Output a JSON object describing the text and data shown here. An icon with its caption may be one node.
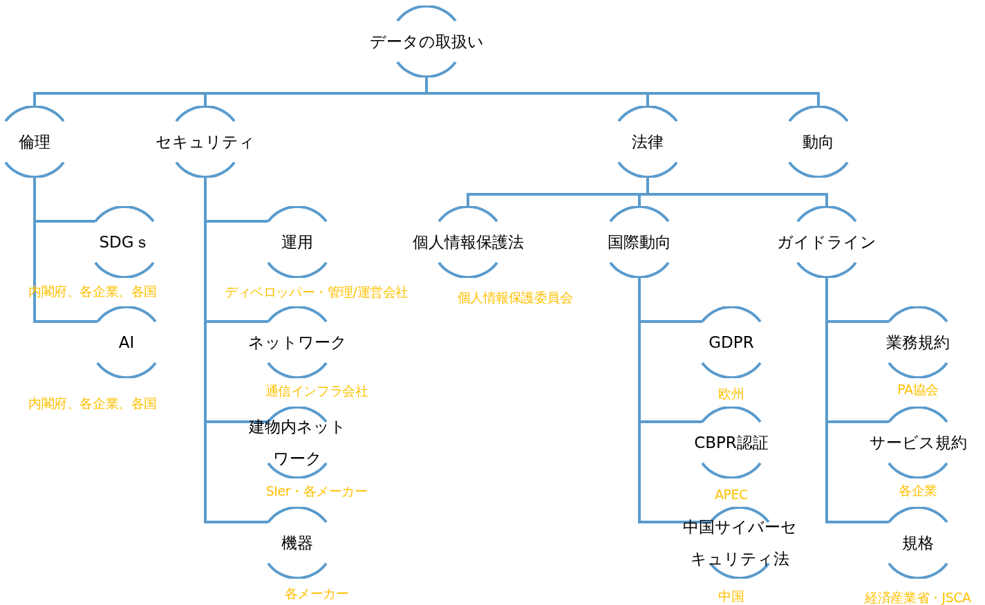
{
  "diagram": {
    "nodes": [
      {
        "text": [
          "データの取扱い"
        ]
      },
      {
        "text": [
          "倫理"
        ]
      },
      {
        "text": [
          "セキュリティ"
        ]
      },
      {
        "text": [
          "法律"
        ]
      },
      {
        "text": [
          "動向"
        ]
      },
      {
        "text": [
          "SDGｓ"
        ],
        "beside": [
          "内閣府、各企業、各国"
        ]
      },
      {
        "text": [
          "AI"
        ],
        "beside": [
          "内閣府、各企業、各国"
        ]
      },
      {
        "text": [
          "運用"
        ],
        "beside": [
          "ディベロッパー・管理/運営会社"
        ]
      },
      {
        "text": [
          "ネットワーク"
        ],
        "beside": [
          "通信インフラ会社"
        ]
      },
      {
        "text": [
          "建物内ネットワーク"
        ],
        "beside": [
          "SIer・各メーカー"
        ]
      },
      {
        "text": [
          "機器"
        ],
        "beside": [
          "各メーカー"
        ]
      },
      {
        "text": [
          "個人情報保護法"
        ],
        "beside": [
          "個人情報保護委員会"
        ]
      },
      {
        "text": [
          "国際動向"
        ]
      },
      {
        "text": [
          "ガイドライン"
        ]
      },
      {
        "text": [
          "GDPR"
        ],
        "beside": [
          "欧州"
        ]
      },
      {
        "text": [
          "CBPR認証"
        ],
        "beside": [
          "APEC"
        ]
      },
      {
        "text": [
          "中国サイバーセキュリティ法"
        ],
        "beside": [
          "中国"
        ]
      },
      {
        "text": [
          "業務規約"
        ],
        "beside": [
          "PA協会"
        ]
      },
      {
        "text": [
          "サービス規約"
        ],
        "beside": [
          "各企業"
        ]
      },
      {
        "text": [
          "規格"
        ],
        "beside": [
          "経済産業省・JSCA"
        ]
      }
    ],
    "edges": [
      {
        "from": 0,
        "to": 1,
        "arrow": "none"
      },
      {
        "from": 0,
        "to": 2,
        "arrow": "none"
      },
      {
        "from": 0,
        "to": 3,
        "arrow": "none"
      },
      {
        "from": 0,
        "to": 4,
        "arrow": "none"
      },
      {
        "from": 1,
        "to": 5,
        "arrow": "none"
      },
      {
        "from": 1,
        "to": 6,
        "arrow": "none"
      },
      {
        "from": 2,
        "to": 7,
        "arrow": "none"
      },
      {
        "from": 2,
        "to": 8,
        "arrow": "none"
      },
      {
        "from": 2,
        "to": 9,
        "arrow": "none"
      },
      {
        "from": 2,
        "to": 10,
        "arrow": "none"
      },
      {
        "from": 3,
        "to": 11,
        "arrow": "none"
      },
      {
        "from": 3,
        "to": 12,
        "arrow": "none"
      },
      {
        "from": 3,
        "to": 13,
        "arrow": "none"
      },
      {
        "from": 12,
        "to": 14,
        "arrow": "none"
      },
      {
        "from": 12,
        "to": 15,
        "arrow": "none"
      },
      {
        "from": 12,
        "to": 16,
        "arrow": "none"
      },
      {
        "from": 13,
        "to": 17,
        "arrow": "none"
      },
      {
        "from": 13,
        "to": 18,
        "arrow": "none"
      },
      {
        "from": 13,
        "to": 19,
        "arrow": "none"
      }
    ]
  }
}
